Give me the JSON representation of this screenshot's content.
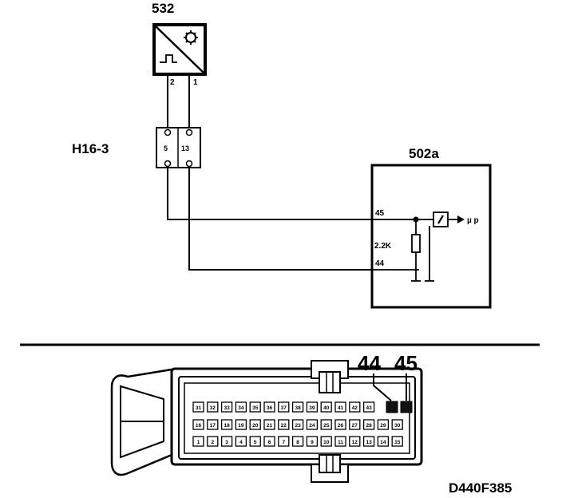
{
  "sensor": {
    "id": "532",
    "pins": [
      "2",
      "1"
    ]
  },
  "connector_block": {
    "id": "H16-3",
    "pins": [
      "5",
      "13"
    ]
  },
  "ecu": {
    "id": "502a",
    "pins": [
      "45",
      "44"
    ],
    "resistor": "2.2K",
    "output": "µ p"
  },
  "connector": {
    "callouts": [
      "44",
      "45"
    ],
    "rows": [
      [
        "31",
        "32",
        "33",
        "34",
        "35",
        "36",
        "37",
        "38",
        "39",
        "40",
        "41",
        "42",
        "43"
      ],
      [
        "16",
        "17",
        "18",
        "19",
        "20",
        "21",
        "22",
        "23",
        "24",
        "25",
        "26",
        "27",
        "28",
        "29",
        "30"
      ],
      [
        "1",
        "2",
        "3",
        "4",
        "5",
        "6",
        "7",
        "8",
        "9",
        "10",
        "11",
        "12",
        "13",
        "14",
        "15"
      ]
    ]
  },
  "figure_code": "D440F385"
}
